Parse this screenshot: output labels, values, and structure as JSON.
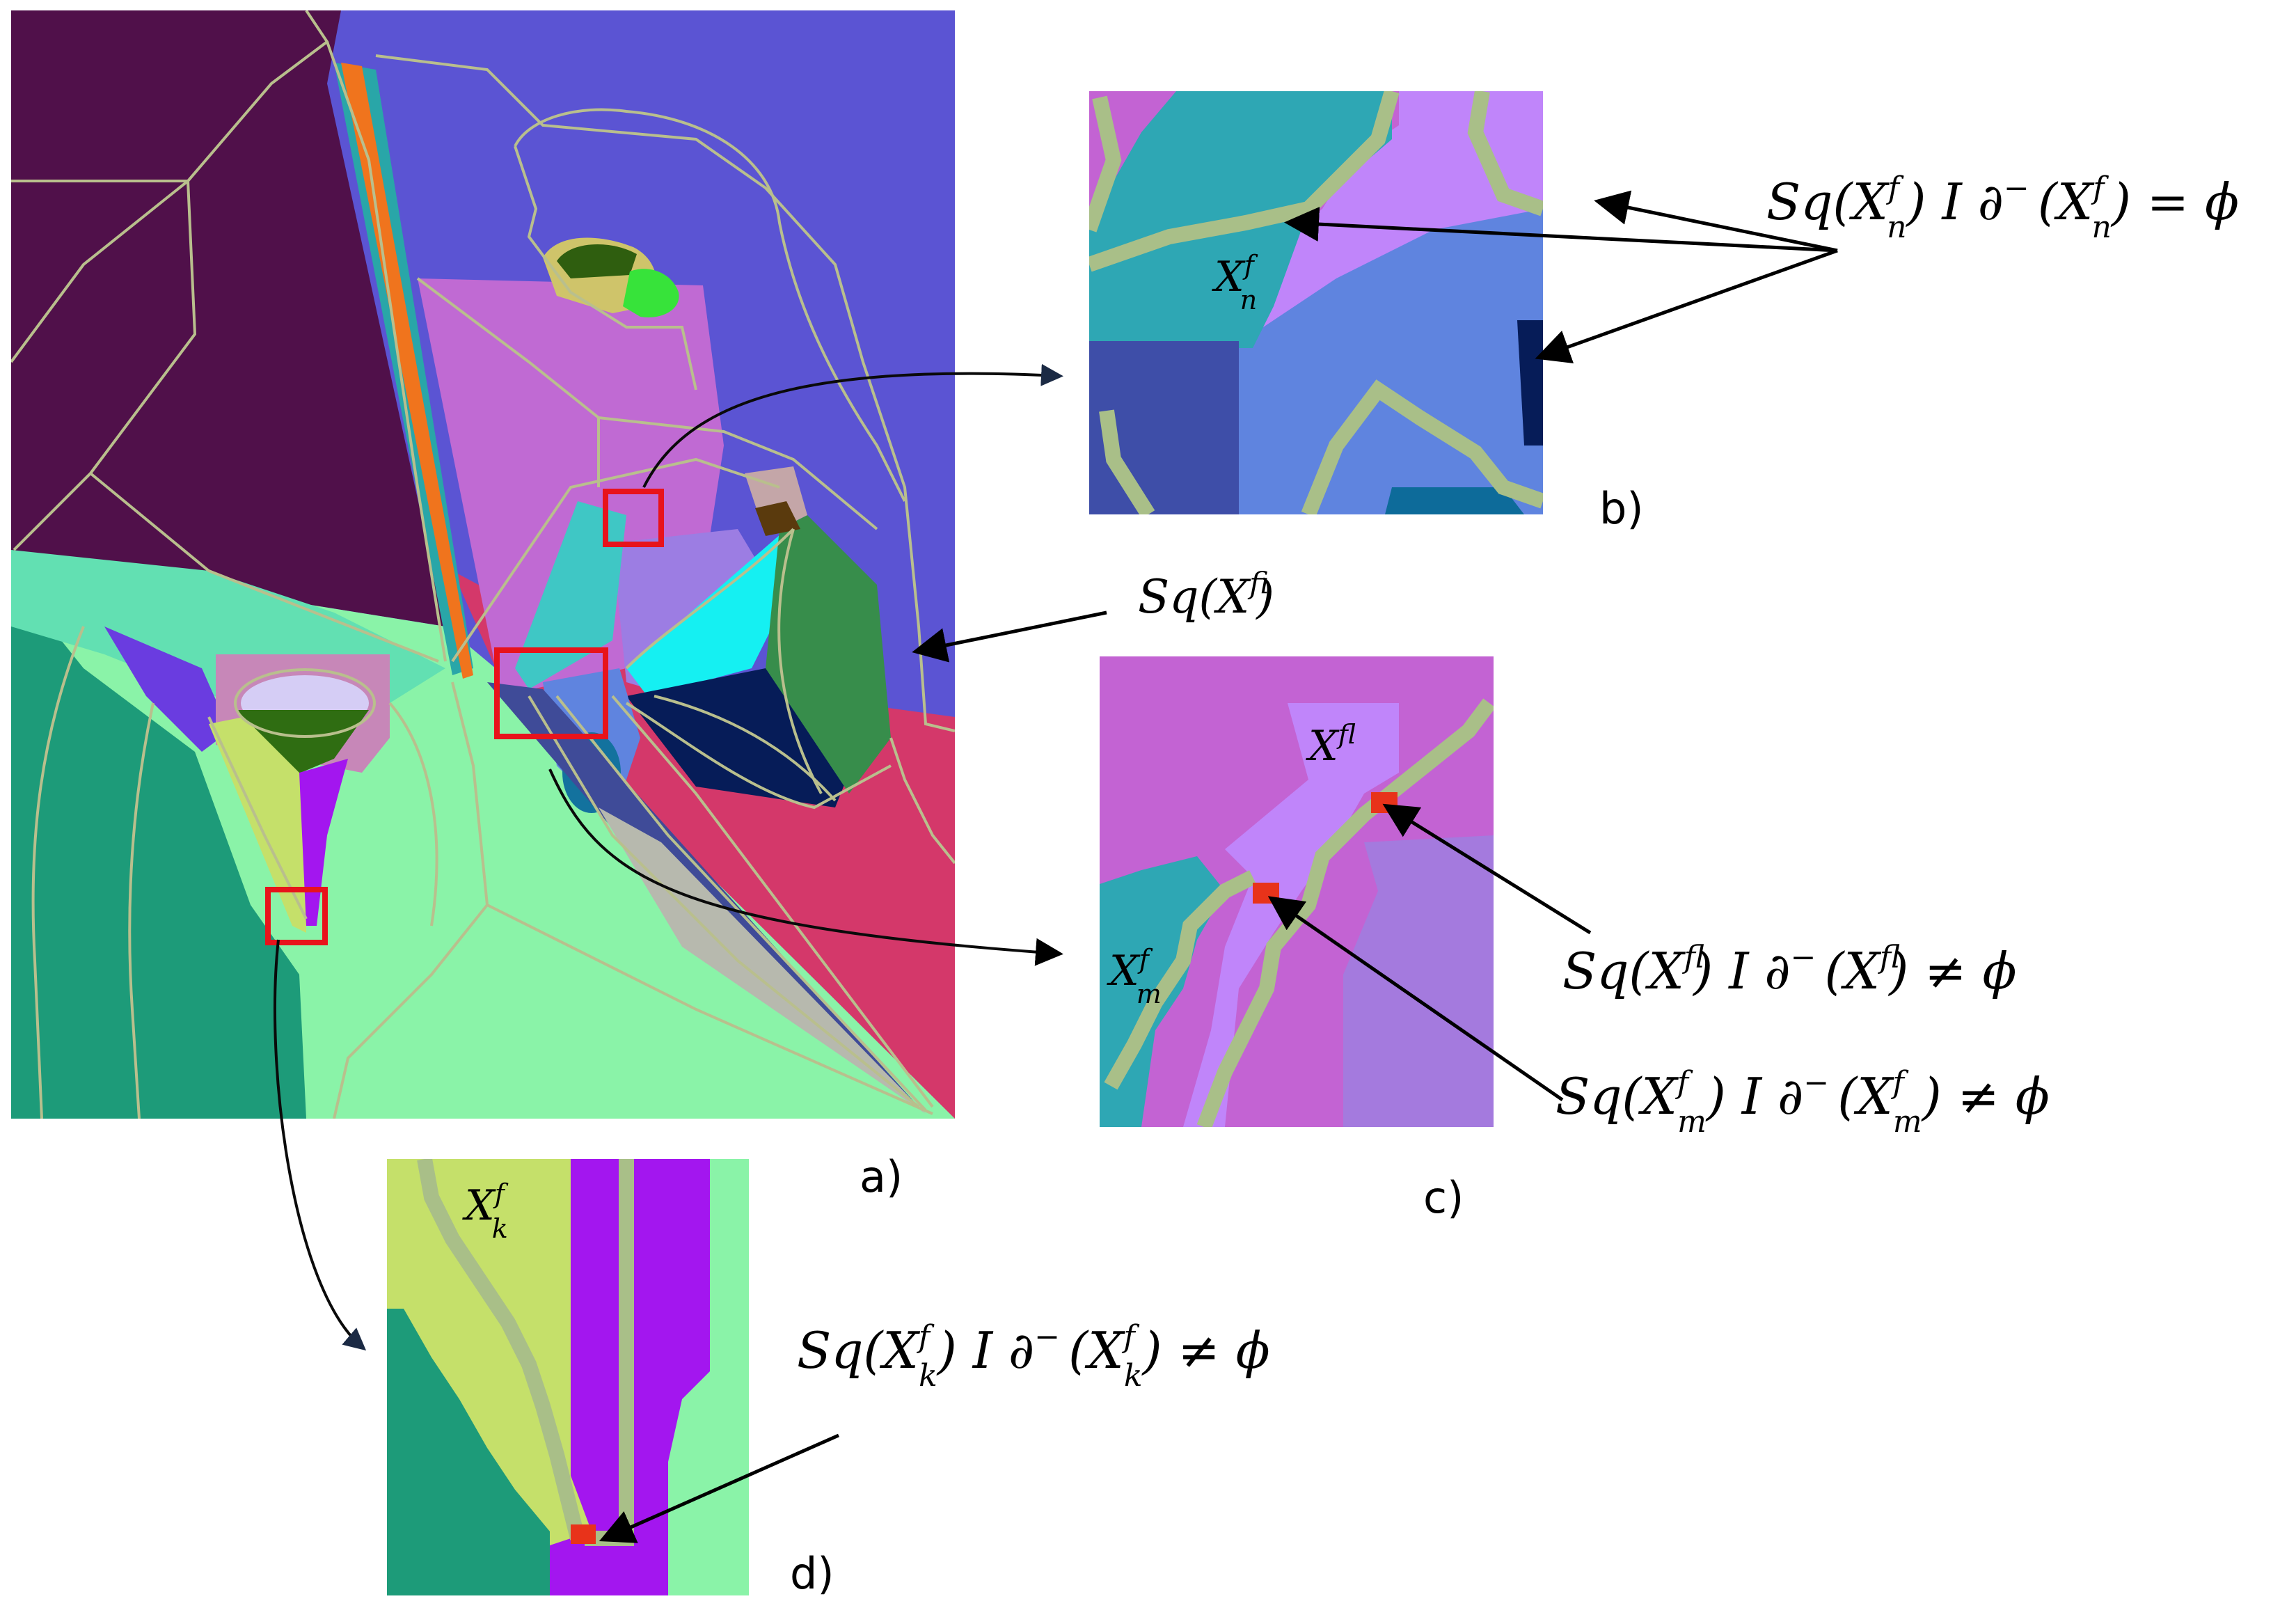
{
  "panel_labels": {
    "a": "a)",
    "b": "b)",
    "c": "c)",
    "d": "d)"
  },
  "colors": {
    "red_box": "#e8131b",
    "boundary": "#b9bf8d",
    "critical_pixel": "#e8331a"
  },
  "equations": {
    "sq_xi": {
      "op": "Sq(X",
      "var": "i",
      "sup": "f",
      "close": ")"
    },
    "b_eq": {
      "lead": "Sq(X",
      "sub": "n",
      "sup": "f",
      "mid": ") I ∂",
      "minus": "−",
      "open": "(X",
      "tail": ") = ϕ"
    },
    "c_eq_l": {
      "lead": "Sq(X",
      "sub": "l",
      "sup": "f",
      "mid": ") I ∂",
      "minus": "−",
      "open": "(X",
      "tail": ") ≠ ϕ"
    },
    "c_eq_m": {
      "lead": "Sq(X",
      "sub": "m",
      "sup": "f",
      "mid": ") I ∂",
      "minus": "−",
      "open": "(X",
      "tail": ") ≠ ϕ"
    },
    "d_eq_k": {
      "lead": "Sq(X",
      "sub": "k",
      "sup": "f",
      "mid": ") I ∂",
      "minus": "−",
      "open": "(X",
      "tail": ") ≠ ϕ"
    }
  },
  "region_labels": {
    "xn": {
      "base": "X",
      "sub": "n",
      "sup": "f"
    },
    "xl": {
      "base": "X",
      "sub": "l",
      "sup": "f"
    },
    "xm": {
      "base": "X",
      "sub": "m",
      "sup": "f"
    },
    "xk": {
      "base": "X",
      "sub": "k",
      "sup": "f"
    }
  }
}
